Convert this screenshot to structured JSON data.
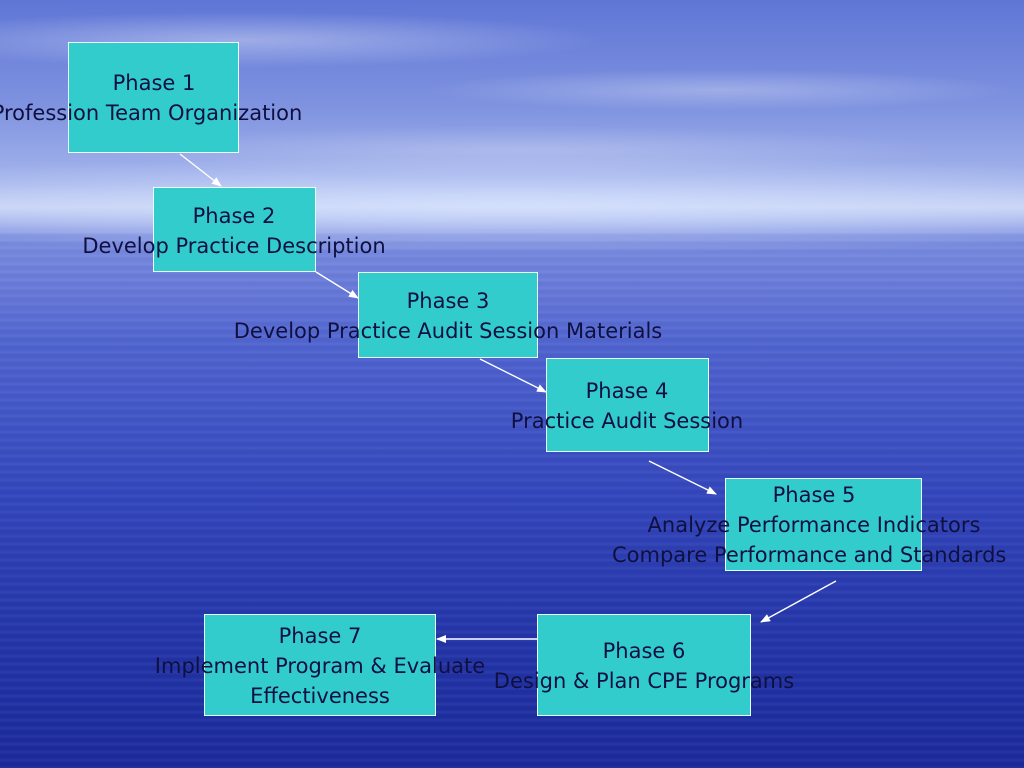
{
  "phases": [
    {
      "title": "Phase 1",
      "desc": "Profession Team Organization"
    },
    {
      "title": "Phase 2",
      "desc": "Develop Practice Description"
    },
    {
      "title": "Phase 3",
      "desc": "Develop Practice Audit Session Materials"
    },
    {
      "title": "Phase 4",
      "desc": "Practice Audit Session"
    },
    {
      "title": "Phase 5",
      "desc": "Analyze Performance Indicators",
      "desc2": "Compare Performance and Standards"
    },
    {
      "title": "Phase 6",
      "desc": "Design & Plan CPE Programs"
    },
    {
      "title": "Phase 7",
      "desc": "Implement Program & Evaluate",
      "desc2": "Effectiveness"
    }
  ],
  "colors": {
    "box_fill": "#33cccc",
    "box_border": "#e8ffff",
    "text": "#101040",
    "arrow": "#ffffff"
  }
}
